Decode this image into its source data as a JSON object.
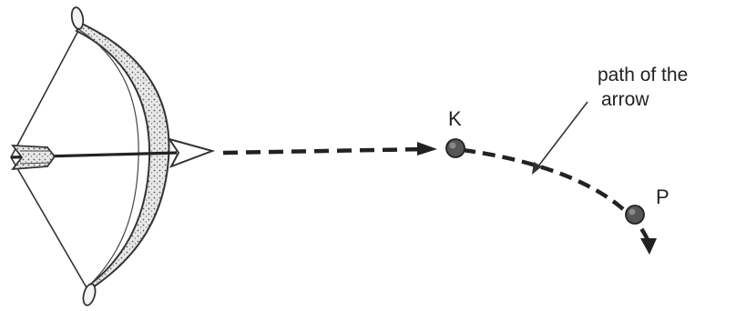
{
  "labels": {
    "point_k": "K",
    "point_p": "P",
    "path_line1": "path of the",
    "path_line2": "arrow"
  },
  "colors": {
    "ink": "#222222",
    "bow_fill": "#e6e6e6",
    "ball": "#555555",
    "background": "#ffffff"
  }
}
